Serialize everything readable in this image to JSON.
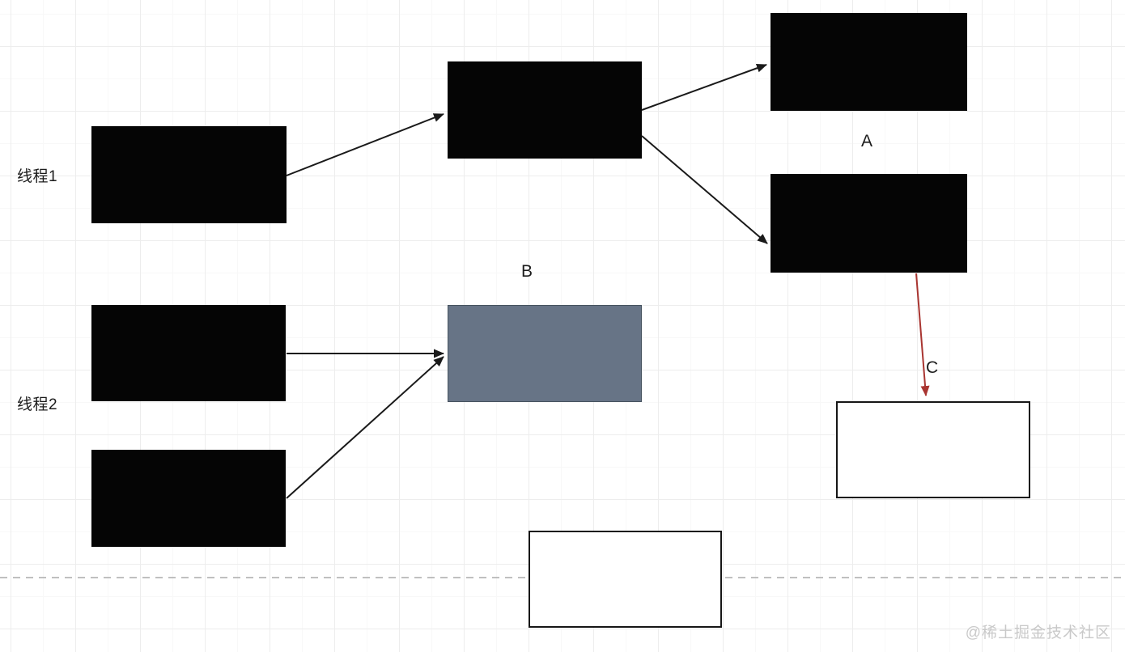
{
  "labels": {
    "thread1": "线程1",
    "thread2": "线程2",
    "a": "A",
    "b": "B",
    "c": "C"
  },
  "watermark": {
    "text": "@稀土掘金技术社区"
  },
  "colors": {
    "node_black": "#050505",
    "node_gray_fill": "#677486",
    "node_gray_border": "#46535f",
    "arrow_black": "#1a1a1a",
    "arrow_red": "#a93531",
    "dashed_line": "#ababab",
    "grid_major": "#ededed",
    "grid_minor": "#f8f8f8",
    "label_text": "#1c1c1c",
    "watermark": "#c9c9c9",
    "white_node_border": "#161616"
  },
  "diagram": {
    "type": "flow-diagram",
    "lanes": [
      {
        "label": "线程1"
      },
      {
        "label": "线程2"
      }
    ],
    "nodes": [
      {
        "id": "thread1-task",
        "lane": "线程1",
        "fill": "black"
      },
      {
        "id": "merge-task",
        "fill": "black"
      },
      {
        "id": "top-right-task",
        "fill": "black"
      },
      {
        "id": "task-a",
        "fill": "black",
        "nearby_label": "A"
      },
      {
        "id": "thread2-task1",
        "lane": "线程2",
        "fill": "black"
      },
      {
        "id": "thread2-task2",
        "lane": "线程2",
        "fill": "black"
      },
      {
        "id": "task-b",
        "fill": "slate-gray",
        "nearby_label": "B"
      },
      {
        "id": "task-c",
        "fill": "white",
        "nearby_label": "C"
      },
      {
        "id": "bottom-task",
        "fill": "white"
      }
    ],
    "edges": [
      {
        "from": "thread1-task",
        "to": "merge-task",
        "color": "black"
      },
      {
        "from": "merge-task",
        "to": "top-right-task",
        "color": "black"
      },
      {
        "from": "merge-task",
        "to": "task-a",
        "color": "black"
      },
      {
        "from": "thread2-task1",
        "to": "task-b",
        "color": "black"
      },
      {
        "from": "thread2-task2",
        "to": "task-b",
        "color": "black"
      },
      {
        "from": "task-a",
        "to": "task-c",
        "color": "red"
      }
    ],
    "separator": {
      "orientation": "horizontal",
      "style": "dashed"
    }
  }
}
